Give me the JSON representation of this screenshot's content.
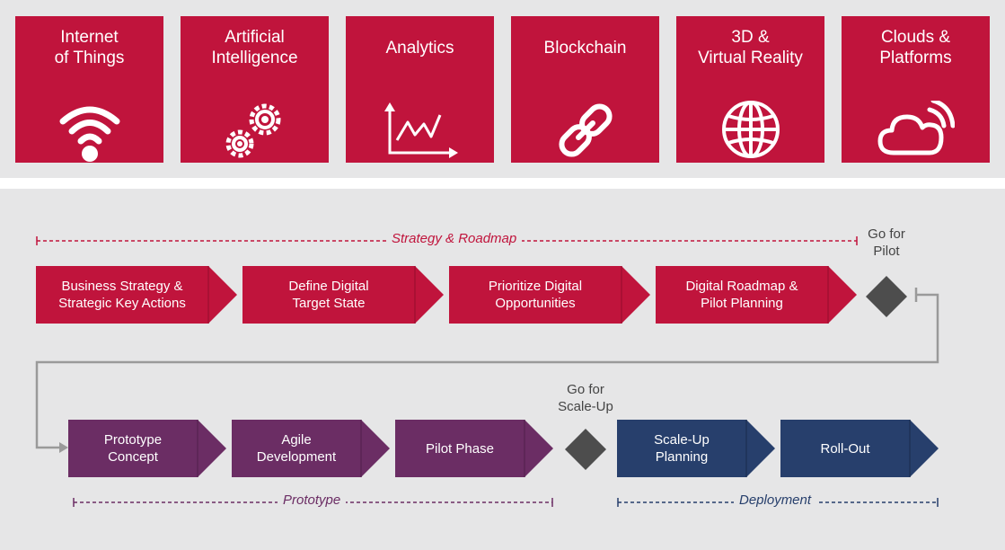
{
  "colors": {
    "red": "#c0143c",
    "purple": "#6b2d64",
    "navy": "#273f6c",
    "diamond": "#4d4d4d",
    "connector": "#9a9a9a",
    "background": "#e6e6e7"
  },
  "tiles": [
    {
      "label": "Internet\nof Things",
      "icon": "wifi-icon"
    },
    {
      "label": "Artificial\nIntelligence",
      "icon": "gears-icon"
    },
    {
      "label": "Analytics",
      "icon": "line-chart-icon"
    },
    {
      "label": "Blockchain",
      "icon": "chain-link-icon"
    },
    {
      "label": "3D &\nVirtual Reality",
      "icon": "globe-icon"
    },
    {
      "label": "Clouds &\nPlatforms",
      "icon": "cloud-icon"
    }
  ],
  "strategy": {
    "bracket_label": "Strategy & Roadmap",
    "steps": [
      "Business Strategy &\nStrategic Key Actions",
      "Define Digital\nTarget State",
      "Prioritize Digital\nOpportunities",
      "Digital Roadmap &\nPilot Planning"
    ],
    "gate_label": "Go for\nPilot"
  },
  "prototype": {
    "bracket_label": "Prototype",
    "steps": [
      "Prototype\nConcept",
      "Agile\nDevelopment",
      "Pilot Phase"
    ],
    "gate_label": "Go for\nScale-Up"
  },
  "deployment": {
    "bracket_label": "Deployment",
    "steps": [
      "Scale-Up\nPlanning",
      "Roll-Out"
    ]
  }
}
